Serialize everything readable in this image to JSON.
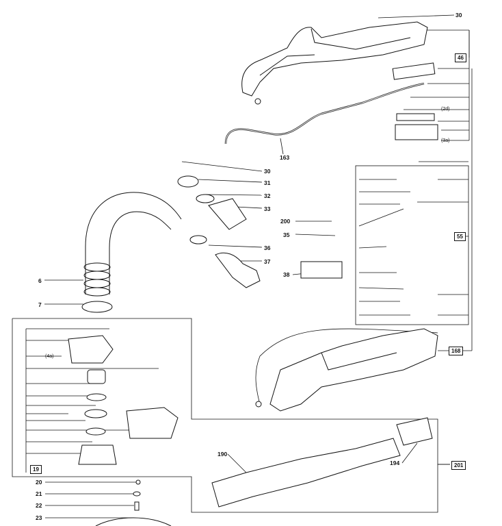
{
  "callouts": {
    "c30_top": "30",
    "c46": "46",
    "c2d": "(2d)",
    "c3a": "(3a)",
    "c163": "163",
    "c30_mid": "30",
    "c31": "31",
    "c32": "32",
    "c33": "33",
    "c200": "200",
    "c35": "35",
    "c36": "36",
    "c37": "37",
    "c38": "38",
    "c6": "6",
    "c7": "7",
    "c55": "55",
    "c168": "168",
    "c4a": "(4a)",
    "c19": "19",
    "c190": "190",
    "c194": "194",
    "c201": "201",
    "c20": "20",
    "c21": "21",
    "c22": "22",
    "c23": "23"
  },
  "colors": {
    "line": "#111111",
    "part_fill": "#ffffff",
    "shade": "#555555"
  }
}
